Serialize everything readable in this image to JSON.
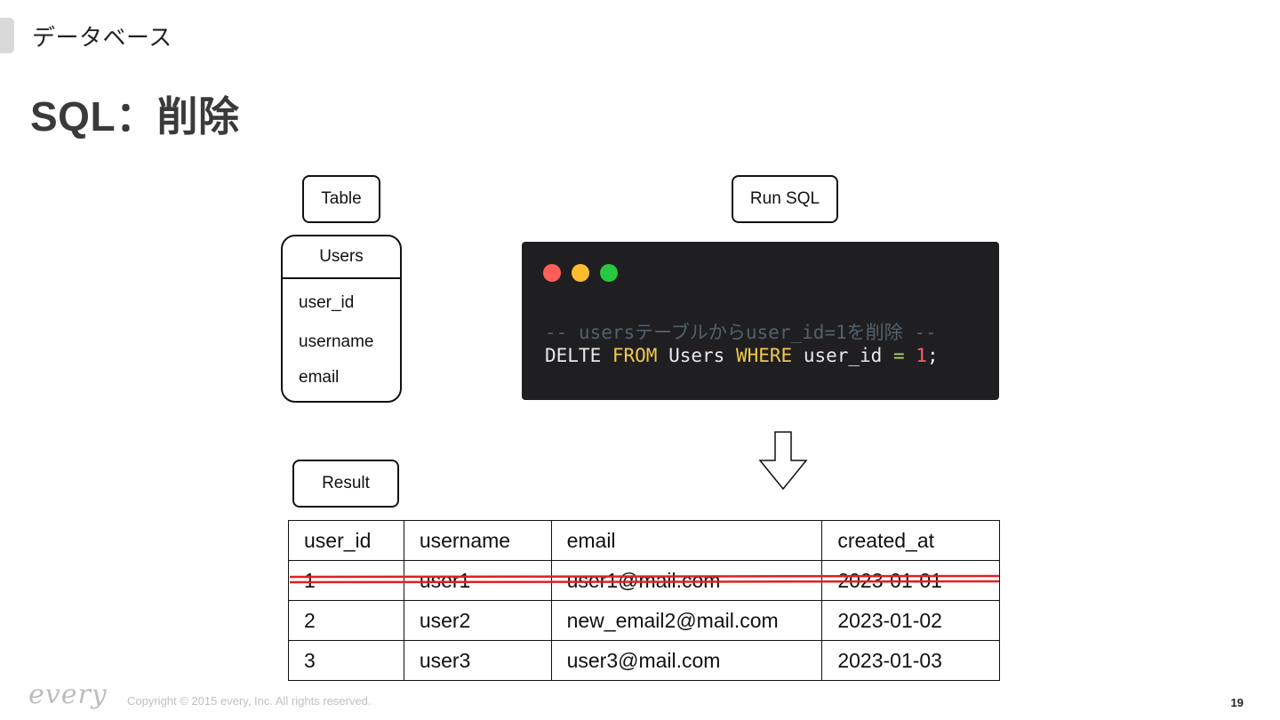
{
  "header": {
    "section": "データベース",
    "title": "SQL：削除"
  },
  "labels": {
    "table": "Table",
    "run_sql": "Run SQL",
    "result": "Result"
  },
  "entity": {
    "name": "Users",
    "fields": [
      "user_id",
      "username",
      "email"
    ]
  },
  "code": {
    "comment": "-- usersテーブルからuser_id=1を削除 --",
    "stmt_1": "DELTE ",
    "kw_from": "FROM",
    "stmt_2": " Users ",
    "kw_where": "WHERE",
    "stmt_3": " user_id ",
    "op_eq": "=",
    "stmt_4": " ",
    "num": "1",
    "stmt_end": ";",
    "window_dots": [
      "#ff5f57",
      "#febc2e",
      "#28c840"
    ]
  },
  "result_table": {
    "headers": [
      "user_id",
      "username",
      "email",
      "created_at"
    ],
    "rows": [
      {
        "user_id": "1",
        "username": "user1",
        "email": "user1@mail.com",
        "created_at": "2023-01-01",
        "deleted": true
      },
      {
        "user_id": "2",
        "username": "user2",
        "email": "new_email2@mail.com",
        "created_at": "2023-01-02",
        "deleted": false
      },
      {
        "user_id": "3",
        "username": "user3",
        "email": "user3@mail.com",
        "created_at": "2023-01-03",
        "deleted": false
      }
    ]
  },
  "footer": {
    "logo": "every",
    "copyright": "Copyright © 2015 every, Inc. All rights reserved.",
    "page_number": "19"
  },
  "colors": {
    "strike": "#e02020",
    "code_bg": "#1f1f21"
  }
}
